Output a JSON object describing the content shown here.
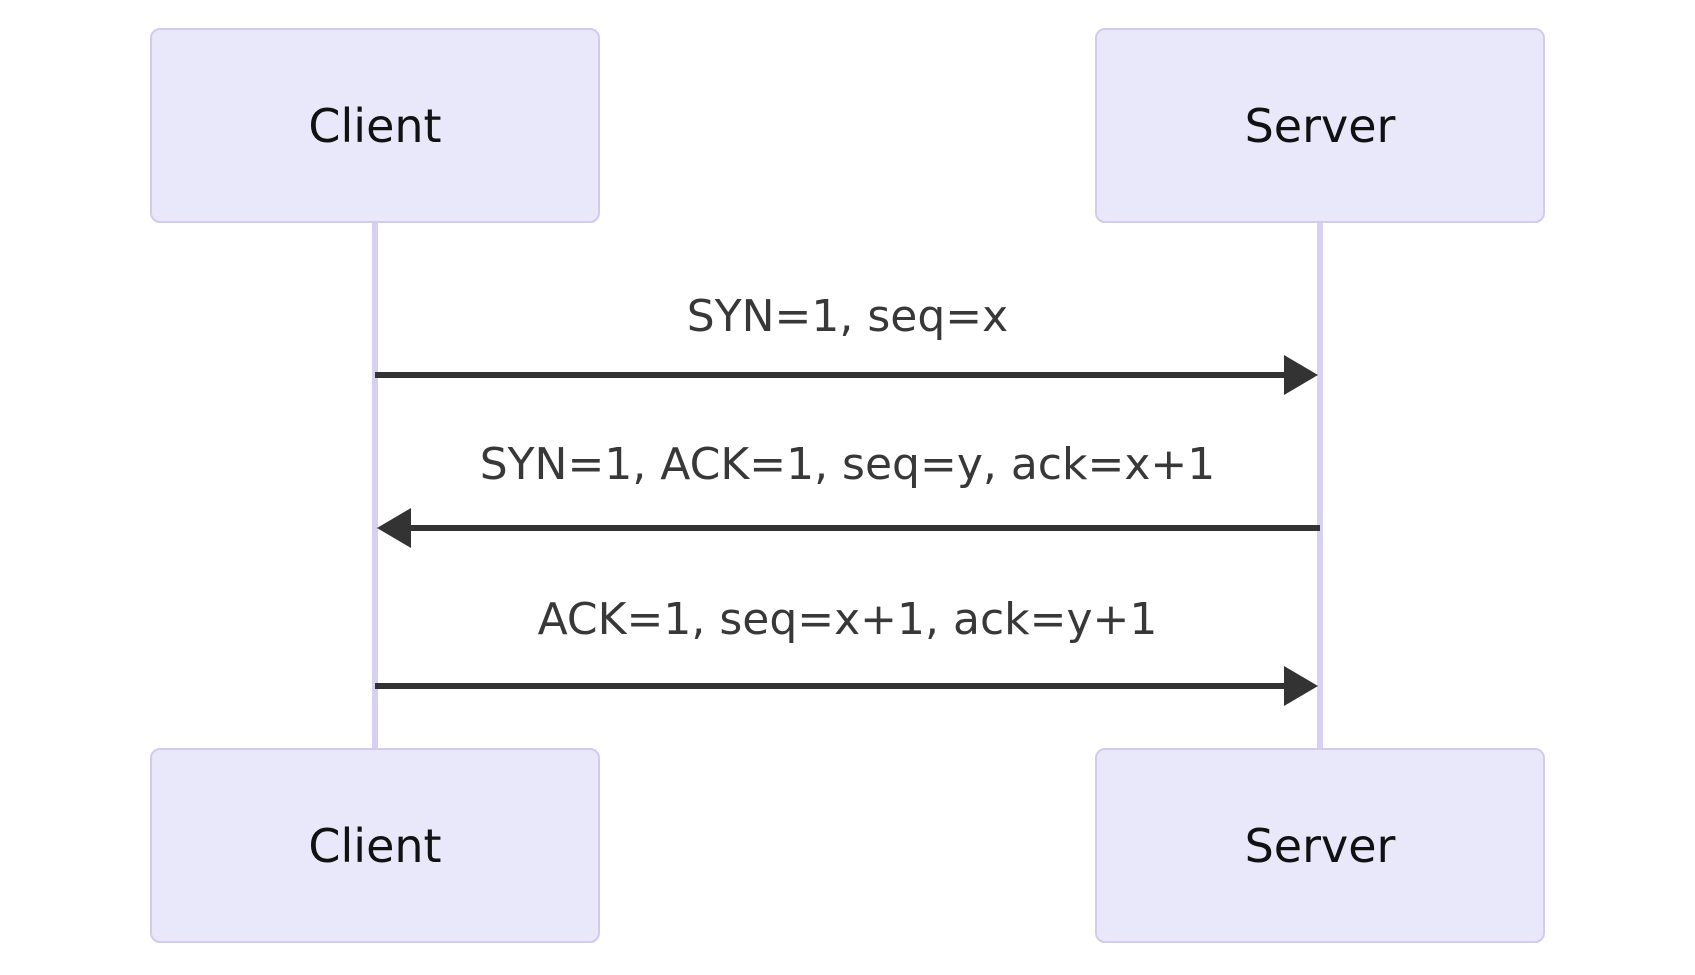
{
  "diagram_type": "sequence-diagram",
  "actors": {
    "client": "Client",
    "server": "Server"
  },
  "messages": [
    {
      "from": "client",
      "to": "server",
      "direction": "right",
      "label": "SYN=1, seq=x"
    },
    {
      "from": "server",
      "to": "client",
      "direction": "left",
      "label": "SYN=1, ACK=1, seq=y, ack=x+1"
    },
    {
      "from": "client",
      "to": "server",
      "direction": "right",
      "label": "ACK=1, seq=x+1, ack=y+1"
    }
  ],
  "colors": {
    "background": "#ffffff",
    "actor_fill": "#e9e8fa",
    "actor_border": "#d3caec",
    "lifeline": "#d8d0f0",
    "arrow": "#333333",
    "message_text": "#383838",
    "actor_text": "#111111"
  }
}
